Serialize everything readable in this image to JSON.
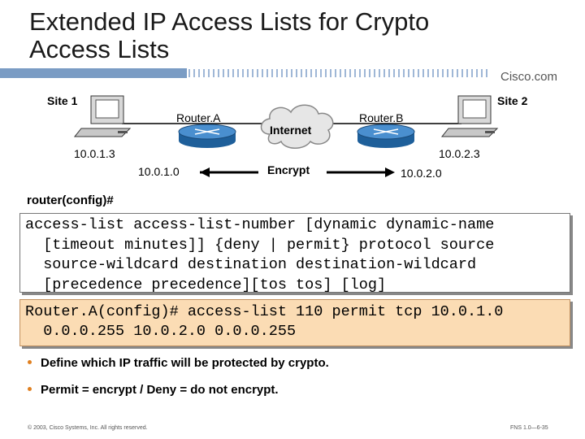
{
  "slide": {
    "title_line1": "Extended IP Access Lists for Crypto",
    "title_line2": "Access Lists",
    "logo": "Cisco.com"
  },
  "diagram": {
    "site1": "Site 1",
    "site2": "Site 2",
    "router_a": "Router.A",
    "router_b": "Router.B",
    "internet": "Internet",
    "host1_ip": "10.0.1.3",
    "host2_ip": "10.0.2.3",
    "net1": "10.0.1.0",
    "net2": "10.0.2.0",
    "encrypt": "Encrypt"
  },
  "syntax": {
    "prompt": "router(config)#",
    "lines": [
      "access-list access-list-number [dynamic dynamic-name",
      "  [timeout minutes]] {deny | permit} protocol source",
      "  source-wildcard destination destination-wildcard",
      "  [precedence precedence][tos tos] [log]"
    ]
  },
  "example": {
    "lines": [
      "Router.A(config)# access-list 110 permit tcp 10.0.1.0",
      "  0.0.0.255 10.0.2.0 0.0.0.255"
    ]
  },
  "bullets": [
    "Define which IP traffic will be protected by crypto.",
    "Permit = encrypt / Deny = do not encrypt."
  ],
  "footer": {
    "copyright": "© 2003, Cisco Systems, Inc. All rights reserved.",
    "page": "FNS 1.0—6-35"
  },
  "colors": {
    "stripe": "#7a9cc4",
    "example_bg": "#fbdcb4",
    "router": "#2a6fae",
    "bullet": "#e08020"
  }
}
